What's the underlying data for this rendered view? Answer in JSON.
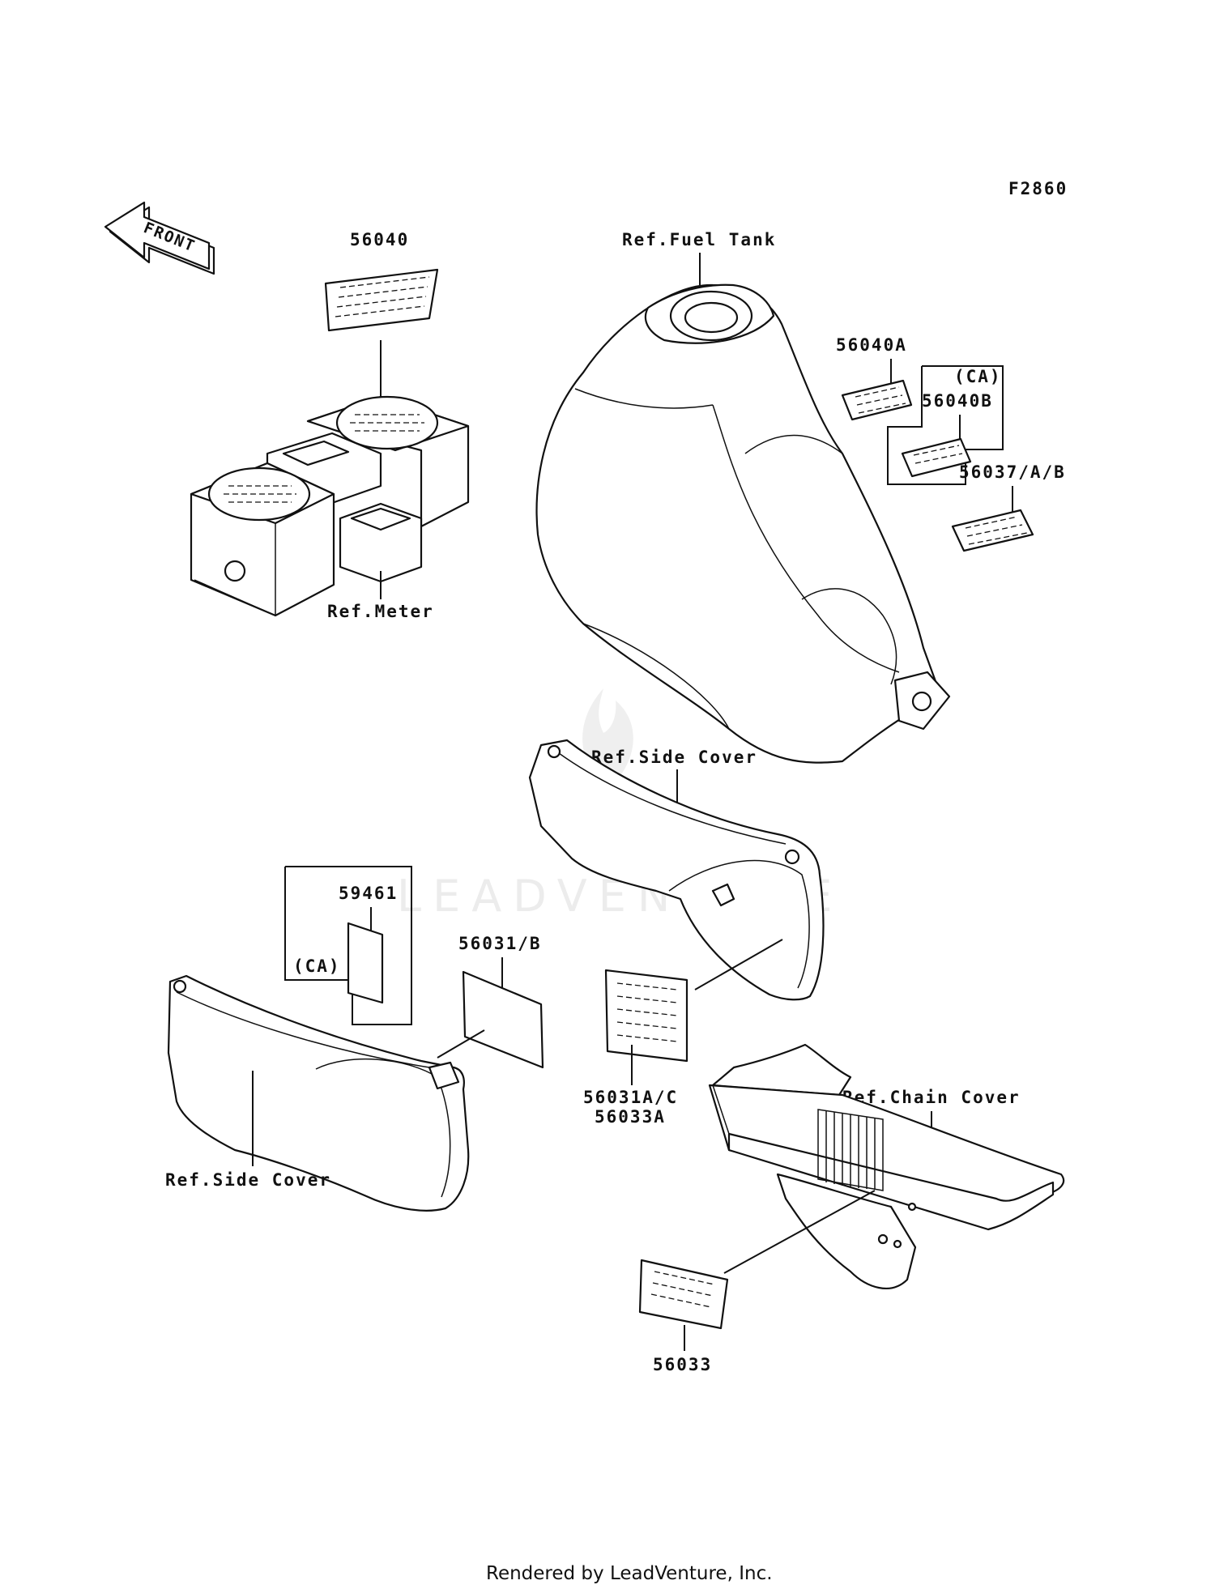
{
  "figure_code": "F2860",
  "front_arrow_label": "FRONT",
  "labels": {
    "p56040": "56040",
    "ref_fuel_tank": "Ref.Fuel Tank",
    "p56040a": "56040A",
    "ca_top": "(CA)",
    "p56040b": "56040B",
    "p56037": "56037/A/B",
    "ref_meter": "Ref.Meter",
    "ref_side_cover_upper": "Ref.Side Cover",
    "p59461": "59461",
    "ca_left": "(CA)",
    "p56031b": "56031/B",
    "p56031ac": "56031A/C",
    "p56033a": "56033A",
    "ref_chain_cover": "Ref.Chain Cover",
    "ref_side_cover_lower": "Ref.Side Cover",
    "p56033": "56033"
  },
  "watermark": "LEADVENTURE",
  "footer": "Rendered by LeadVenture, Inc."
}
